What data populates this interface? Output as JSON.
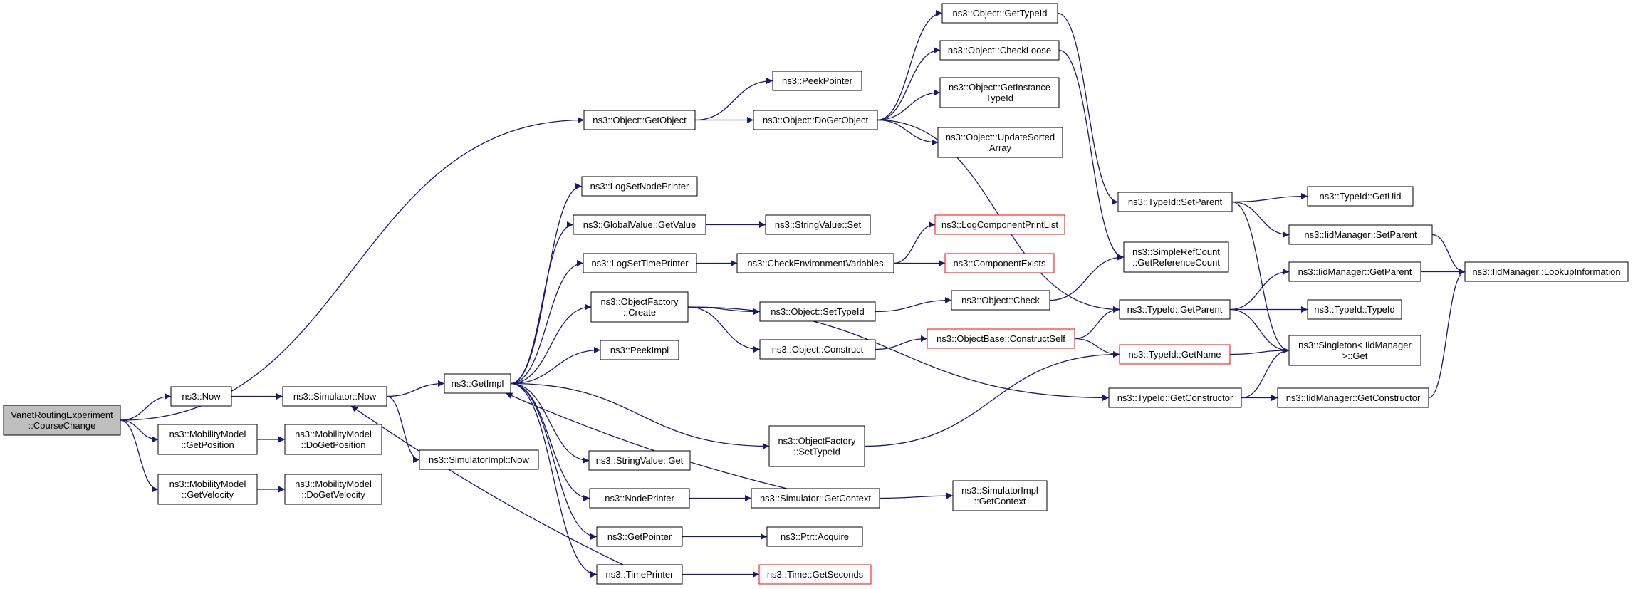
{
  "colors": {
    "edge": "#191970",
    "node_border": "#000000",
    "truncated_border": "#ff0000",
    "root_fill": "#bfbfbf",
    "node_fill": "#ffffff",
    "text": "#000000"
  },
  "nodes": [
    {
      "id": "n0",
      "lines": [
        "VanetRoutingExperiment",
        "::CourseChange"
      ],
      "root": true
    },
    {
      "id": "n1",
      "lines": [
        "ns3::Object::GetObject"
      ]
    },
    {
      "id": "n2",
      "lines": [
        "ns3::Now"
      ]
    },
    {
      "id": "n3",
      "lines": [
        "ns3::MobilityModel",
        "::GetPosition"
      ]
    },
    {
      "id": "n4",
      "lines": [
        "ns3::MobilityModel",
        "::GetVelocity"
      ]
    },
    {
      "id": "n5",
      "lines": [
        "ns3::PeekPointer"
      ]
    },
    {
      "id": "n6",
      "lines": [
        "ns3::Object::DoGetObject"
      ]
    },
    {
      "id": "n7",
      "lines": [
        "ns3::Object::GetTypeId"
      ]
    },
    {
      "id": "n8",
      "lines": [
        "ns3::Object::CheckLoose"
      ]
    },
    {
      "id": "n9",
      "lines": [
        "ns3::Object::GetInstance",
        "TypeId"
      ]
    },
    {
      "id": "n10",
      "lines": [
        "ns3::Object::UpdateSorted",
        "Array"
      ]
    },
    {
      "id": "n11",
      "lines": [
        "ns3::TypeId::SetParent"
      ]
    },
    {
      "id": "n12",
      "lines": [
        "ns3::TypeId::GetUid"
      ]
    },
    {
      "id": "n13",
      "lines": [
        "ns3::IidManager::SetParent"
      ]
    },
    {
      "id": "n14",
      "lines": [
        "ns3::IidManager::LookupInformation"
      ]
    },
    {
      "id": "n15",
      "lines": [
        "ns3::Singleton< IidManager",
        " >::Get"
      ]
    },
    {
      "id": "n16",
      "lines": [
        "ns3::SimpleRefCount",
        "::GetReferenceCount"
      ]
    },
    {
      "id": "n17",
      "lines": [
        "ns3::TypeId::GetParent"
      ]
    },
    {
      "id": "n18",
      "lines": [
        "ns3::IidManager::GetParent"
      ]
    },
    {
      "id": "n19",
      "lines": [
        "ns3::TypeId::TypeId"
      ]
    },
    {
      "id": "n20",
      "lines": [
        "ns3::TypeId::GetName"
      ],
      "truncated": true
    },
    {
      "id": "n21",
      "lines": [
        "ns3::Simulator::Now"
      ]
    },
    {
      "id": "n22",
      "lines": [
        "ns3::GetImpl"
      ]
    },
    {
      "id": "n23",
      "lines": [
        "ns3::SimulatorImpl::Now"
      ]
    },
    {
      "id": "n24",
      "lines": [
        "ns3::MobilityModel",
        "::DoGetPosition"
      ]
    },
    {
      "id": "n25",
      "lines": [
        "ns3::MobilityModel",
        "::DoGetVelocity"
      ]
    },
    {
      "id": "n26",
      "lines": [
        "ns3::LogSetNodePrinter"
      ]
    },
    {
      "id": "n27",
      "lines": [
        "ns3::GlobalValue::GetValue"
      ]
    },
    {
      "id": "n28",
      "lines": [
        "ns3::StringValue::Set"
      ]
    },
    {
      "id": "n29",
      "lines": [
        "ns3::LogSetTimePrinter"
      ]
    },
    {
      "id": "n30",
      "lines": [
        "ns3::CheckEnvironmentVariables"
      ]
    },
    {
      "id": "n31",
      "lines": [
        "ns3::LogComponentPrintList"
      ],
      "truncated": true
    },
    {
      "id": "n32",
      "lines": [
        "ns3::ComponentExists"
      ],
      "truncated": true
    },
    {
      "id": "n33",
      "lines": [
        "ns3::ObjectFactory",
        "::Create"
      ]
    },
    {
      "id": "n34",
      "lines": [
        "ns3::Object::SetTypeId"
      ]
    },
    {
      "id": "n35",
      "lines": [
        "ns3::Object::Check"
      ]
    },
    {
      "id": "n36",
      "lines": [
        "ns3::Object::Construct"
      ]
    },
    {
      "id": "n37",
      "lines": [
        "ns3::ObjectBase::ConstructSelf"
      ],
      "truncated": true
    },
    {
      "id": "n38",
      "lines": [
        "ns3::TypeId::GetConstructor"
      ]
    },
    {
      "id": "n39",
      "lines": [
        "ns3::IidManager::GetConstructor"
      ]
    },
    {
      "id": "n40",
      "lines": [
        "ns3::PeekImpl"
      ]
    },
    {
      "id": "n41",
      "lines": [
        "ns3::ObjectFactory",
        "::SetTypeId"
      ]
    },
    {
      "id": "n42",
      "lines": [
        "ns3::StringValue::Get"
      ]
    },
    {
      "id": "n43",
      "lines": [
        "ns3::NodePrinter"
      ]
    },
    {
      "id": "n44",
      "lines": [
        "ns3::Simulator::GetContext"
      ]
    },
    {
      "id": "n45",
      "lines": [
        "ns3::SimulatorImpl",
        "::GetContext"
      ]
    },
    {
      "id": "n46",
      "lines": [
        "ns3::GetPointer"
      ]
    },
    {
      "id": "n47",
      "lines": [
        "ns3::Ptr::Acquire"
      ]
    },
    {
      "id": "n48",
      "lines": [
        "ns3::TimePrinter"
      ]
    },
    {
      "id": "n49",
      "lines": [
        "ns3::Time::GetSeconds"
      ],
      "truncated": true
    }
  ],
  "edges": [
    [
      "n0",
      "n1"
    ],
    [
      "n0",
      "n2"
    ],
    [
      "n0",
      "n3"
    ],
    [
      "n0",
      "n4"
    ],
    [
      "n1",
      "n5"
    ],
    [
      "n1",
      "n6"
    ],
    [
      "n6",
      "n7"
    ],
    [
      "n6",
      "n8"
    ],
    [
      "n6",
      "n9"
    ],
    [
      "n6",
      "n10"
    ],
    [
      "n6",
      "n17"
    ],
    [
      "n7",
      "n11"
    ],
    [
      "n8",
      "n16"
    ],
    [
      "n11",
      "n12"
    ],
    [
      "n11",
      "n13"
    ],
    [
      "n11",
      "n15"
    ],
    [
      "n13",
      "n14"
    ],
    [
      "n17",
      "n18"
    ],
    [
      "n17",
      "n19"
    ],
    [
      "n17",
      "n15"
    ],
    [
      "n18",
      "n14"
    ],
    [
      "n20",
      "n15"
    ],
    [
      "n2",
      "n21"
    ],
    [
      "n21",
      "n22"
    ],
    [
      "n21",
      "n23"
    ],
    [
      "n3",
      "n24"
    ],
    [
      "n4",
      "n25"
    ],
    [
      "n22",
      "n26"
    ],
    [
      "n22",
      "n27"
    ],
    [
      "n22",
      "n29"
    ],
    [
      "n22",
      "n33"
    ],
    [
      "n22",
      "n40"
    ],
    [
      "n22",
      "n41"
    ],
    [
      "n22",
      "n42"
    ],
    [
      "n22",
      "n43"
    ],
    [
      "n22",
      "n46"
    ],
    [
      "n22",
      "n48"
    ],
    [
      "n27",
      "n28"
    ],
    [
      "n29",
      "n30"
    ],
    [
      "n30",
      "n31"
    ],
    [
      "n30",
      "n32"
    ],
    [
      "n33",
      "n34"
    ],
    [
      "n33",
      "n36"
    ],
    [
      "n33",
      "n38"
    ],
    [
      "n34",
      "n35"
    ],
    [
      "n35",
      "n16"
    ],
    [
      "n36",
      "n37"
    ],
    [
      "n37",
      "n17"
    ],
    [
      "n37",
      "n20"
    ],
    [
      "n38",
      "n39"
    ],
    [
      "n38",
      "n15"
    ],
    [
      "n39",
      "n14"
    ],
    [
      "n41",
      "n20"
    ],
    [
      "n43",
      "n44"
    ],
    [
      "n44",
      "n45"
    ],
    [
      "n44",
      "n22"
    ],
    [
      "n46",
      "n47"
    ],
    [
      "n48",
      "n49"
    ],
    [
      "n48",
      "n21"
    ]
  ]
}
